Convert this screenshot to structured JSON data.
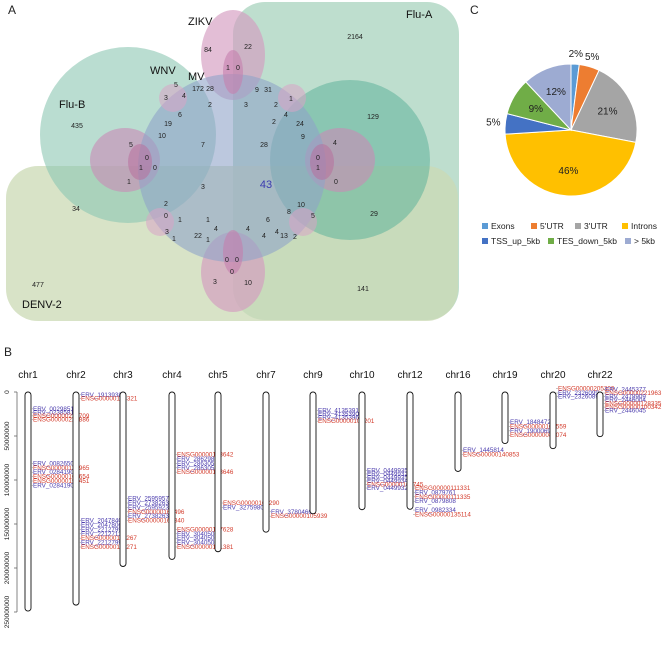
{
  "panels": {
    "a": "A",
    "b": "B",
    "c": "C"
  },
  "venn": {
    "sets": {
      "zikv": "ZIKV",
      "flu_a": "Flu-A",
      "wnv": "WNV",
      "mv": "MV",
      "flu_b": "Flu-B",
      "denv2": "DENV-2"
    },
    "colors": {
      "zikv": "#cf8fb4",
      "flu_a": "#a8d3bd",
      "flu_b": "#8dc7b2",
      "denv2": "#cbd9b4",
      "mv": "#8fa4c8",
      "wnv": "#5fb39b",
      "core_label": "#3a3ab0"
    },
    "counts": {
      "c2164": "2164",
      "c84": "84",
      "c22": "22",
      "c1_top": "1",
      "c0_top": "0",
      "c172": "172",
      "c28_top": "28",
      "c5_wnv": "5",
      "c9": "9",
      "c31": "31",
      "c435": "435",
      "c129": "129",
      "c3_l": "3",
      "c4_l": "4",
      "c2_a": "2",
      "c3_a": "3",
      "c2_b": "2",
      "c1_a": "1",
      "c19": "19",
      "c6_a": "6",
      "c4_r": "4",
      "c2_r": "2",
      "c24": "24",
      "c10_l": "10",
      "c5_l": "5",
      "c7": "7",
      "c28": "28",
      "c9_r": "9",
      "c4_rr": "4",
      "c0_l1": "0",
      "c1_l": "1",
      "c0_l2": "0",
      "c0_r1": "0",
      "c1_r": "1",
      "c0_r2": "0",
      "c1_ll": "1",
      "c3_m": "3",
      "c43": "43",
      "c34": "34",
      "c29": "29",
      "c2_m": "2",
      "c0_m": "0",
      "c8": "8",
      "c10_r": "10",
      "c5_r": "5",
      "c1_m": "1",
      "c1_m2": "1",
      "c6_m": "6",
      "c4_m": "4",
      "c4_m2": "4",
      "c3_b1": "3",
      "c22_b": "22",
      "c4_b": "4",
      "c0_b1": "0",
      "c4_b2": "4",
      "c13": "13",
      "c1_b2": "1",
      "c2_b3": "2",
      "c1_b4": "1",
      "c0_b5": "0",
      "c0_b6": "0",
      "c3_b7": "3",
      "c10_b": "10",
      "c477": "477",
      "c141": "141"
    }
  },
  "pie": {
    "title_pct": {
      "exons": "2%",
      "utr5": "5%",
      "utr3": "21%",
      "introns": "46%",
      "tss": "5%",
      "tes": "9%",
      "gt5": "12%"
    },
    "legend": {
      "exons": "Exons",
      "utr5": "5'UTR",
      "utr3": "3'UTR",
      "introns": "Introns",
      "tss": "TSS_up_5kb",
      "tes": "TES_down_5kb",
      "gt5": "> 5kb"
    },
    "colors": {
      "exons": "#5b9bd5",
      "utr5": "#ed7d31",
      "utr3": "#a5a5a5",
      "introns": "#ffc000",
      "tss": "#4472c4",
      "tes": "#70ad47",
      "gt5": "#9dabd2"
    }
  },
  "chart_data": {
    "type": "pie",
    "categories": [
      "Exons",
      "5'UTR",
      "3'UTR",
      "Introns",
      "TSS_up_5kb",
      "TES_down_5kb",
      "> 5kb"
    ],
    "values": [
      2,
      5,
      21,
      46,
      5,
      9,
      12
    ],
    "legend_position": "bottom"
  },
  "karyo": {
    "chromosomes": {
      "chr1": "chr1",
      "chr2": "chr2",
      "chr3": "chr3",
      "chr4": "chr4",
      "chr5": "chr5",
      "chr7": "chr7",
      "chr9": "chr9",
      "chr10": "chr10",
      "chr12": "chr12",
      "chr16": "chr16",
      "chr19": "chr19",
      "chr20": "chr20",
      "chr22": "chr22"
    },
    "axis_ticks": [
      "0",
      "50000000",
      "100000000",
      "150000000",
      "200000000",
      "250000000"
    ],
    "colors": {
      "erv": "#4b3cad",
      "ensg": "#d33a2a"
    },
    "labels": {
      "chr1": [
        "ERV_0029851",
        "ERV_0238581",
        "ENSG00000226709",
        "ENSG00000225886",
        "ERV_0082650",
        "ENSG00000137965",
        "ERV_0284190",
        "ENSG00000162654",
        "ENSG00000154451",
        "ERV_0284190"
      ],
      "chr2": [
        "ERV_1913938",
        "ENSG00000184321",
        "ERV_2047840",
        "ERV_2047806",
        "ERV_2212799",
        "ERV_2212711",
        "ENSG00000115267",
        "ERV_2212799",
        "ENSG00000115271"
      ],
      "chr3": [
        "ERV_2595957",
        "ERV_2738263",
        "ERV_2595923",
        "ENSG00000168496",
        "ERV_2738263",
        "ENSG00000163840"
      ],
      "chr4": [
        "ENSG00000138642",
        "ERV_2862989",
        "ERV_2863051",
        "ERV_2863051",
        "ENSG00000138646",
        "ENSG00000137628",
        "ERV_3040508",
        "ERV_3040507",
        "ERV_3040508",
        "ENSG00000181381"
      ],
      "chr5": [
        "ENSG00000164290",
        "ERV_3275980"
      ],
      "chr7": [
        "ERV_3780466",
        "ENSG00000105939"
      ],
      "chr9": [
        "ERV_4135391",
        "ERV_4135390",
        "ERV_4135396",
        "ENSG00000107201"
      ],
      "chr10": [
        "ERV_0449935",
        "ERV_0449932",
        "ERV_0449935",
        "ERV_0449934",
        "ENSG00000165745",
        "ERV_0449932"
      ],
      "chr12": [
        "ENSG00000111331",
        "ERV_0879761",
        "ENSG00000111335",
        "ERV_0879808",
        "ERV_0982334",
        "ENSG00000135114"
      ],
      "chr16": [
        "ERV_1445814",
        "ENSG00000140853"
      ],
      "chr19": [
        "ERV_1848472",
        "ENSG00000105559",
        "ERV_1900069",
        "ENSG00000087074"
      ],
      "chr20": [
        "ENSG00000205300",
        "ERV_2326099",
        "ERV_2326089"
      ],
      "chr22": [
        "ERV_2445377",
        "ENSG00000221963",
        "ERV_2478909",
        "ERV_2446004",
        "ENSG00000128335",
        "ENSG00000100342",
        "ERV_2446045"
      ]
    }
  }
}
